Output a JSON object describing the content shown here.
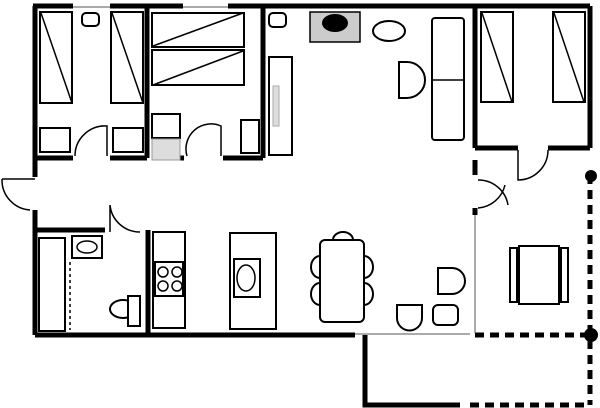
{
  "plan": {
    "colors": {
      "wall": "#000000",
      "window": "#aaaaaa",
      "background": "#ffffff",
      "fixture_fill": "#dddddd"
    },
    "rooms": [
      "bedroom-left",
      "bedroom-middle",
      "living-room",
      "bedroom-right",
      "bathroom",
      "kitchen",
      "terrace"
    ]
  }
}
